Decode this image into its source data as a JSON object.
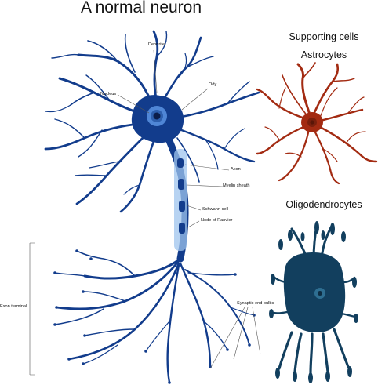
{
  "title": "A normal neuron",
  "supporting": {
    "heading": "Supporting cells",
    "astrocytes": "Astrocytes",
    "oligodendrocytes": "Oligodendrocytes"
  },
  "labels": {
    "dendrite": "Dendrite",
    "body": "Ody",
    "nucleus": "Nucleus",
    "axon": "Axon",
    "myelin": "Myelin sheath",
    "schwann": "Schwann cell",
    "ranvier": "Node of Ranvier",
    "synaptic": "Synaptic end bulbs",
    "terminal": "Exon terminal"
  },
  "colors": {
    "neuron": "#123c8c",
    "neuron_light": "#4f86d6",
    "myelin": "#9fc4ee",
    "nucleus": "#0b1d4a",
    "astrocyte": "#a32b12",
    "astrocyte_dark": "#5a1608",
    "oligodendrocyte": "#123f5e",
    "oligodendrocyte_light": "#2e6e91",
    "leader": "#555555"
  }
}
